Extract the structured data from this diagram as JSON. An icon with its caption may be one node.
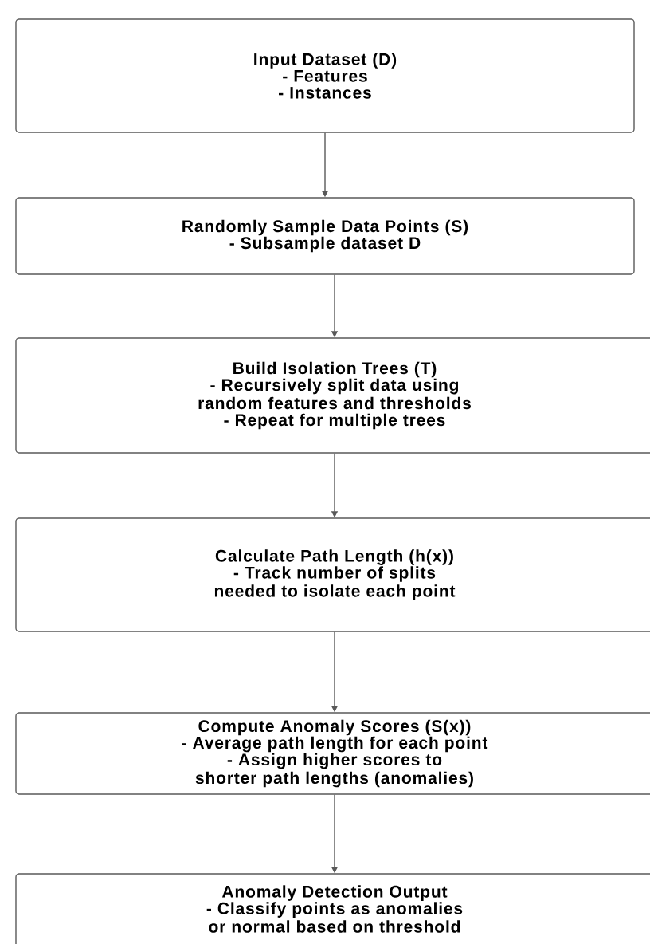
{
  "diagram": {
    "nodes": [
      {
        "text": [
          "Input Dataset (D)",
          "- Features",
          "- Instances"
        ]
      },
      {
        "text": [
          "Randomly Sample Data Points (S)",
          "- Subsample dataset D"
        ]
      },
      {
        "text": [
          "Build Isolation Trees (T)",
          "- Recursively split data using random features and thresholds",
          "- Repeat for multiple trees"
        ]
      },
      {
        "text": [
          "Calculate Path Length (h(x))",
          "- Track number of splits needed to isolate each point"
        ]
      },
      {
        "text": [
          "Compute Anomaly Scores (S(x))",
          "- Average path length for each point",
          "- Assign higher scores to shorter path lengths (anomalies)"
        ]
      },
      {
        "text": [
          "Anomaly Detection Output",
          "- Classify points as anomalies or normal based on threshold"
        ]
      }
    ],
    "edges": [
      {
        "from": 0,
        "to": 1,
        "arrow": "to"
      },
      {
        "from": 1,
        "to": 2,
        "arrow": "to"
      },
      {
        "from": 2,
        "to": 3,
        "arrow": "to"
      },
      {
        "from": 3,
        "to": 4,
        "arrow": "to"
      },
      {
        "from": 4,
        "to": 5,
        "arrow": "to"
      }
    ]
  }
}
